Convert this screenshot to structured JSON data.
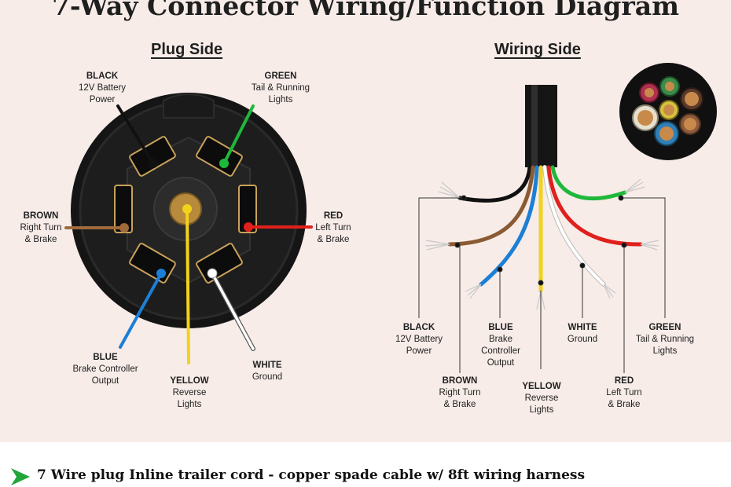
{
  "title": "7-Way Connector Wiring/Function Diagram",
  "plug_side": {
    "heading": "Plug Side",
    "labels": {
      "black": {
        "color": "BLACK",
        "lines": [
          "12V Battery",
          "Power"
        ]
      },
      "green": {
        "color": "GREEN",
        "lines": [
          "Tail & Running",
          "Lights"
        ]
      },
      "brown": {
        "color": "BROWN",
        "lines": [
          "Right Turn",
          "& Brake"
        ]
      },
      "red": {
        "color": "RED",
        "lines": [
          "Left Turn",
          "& Brake"
        ]
      },
      "blue": {
        "color": "BLUE",
        "lines": [
          "Brake Controller",
          "Output"
        ]
      },
      "yellow": {
        "color": "YELLOW",
        "lines": [
          "Reverse",
          "Lights"
        ]
      },
      "white": {
        "color": "WHITE",
        "lines": [
          "Ground"
        ]
      }
    }
  },
  "wiring_side": {
    "heading": "Wiring Side",
    "labels": {
      "black": {
        "color": "BLACK",
        "lines": [
          "12V Battery",
          "Power"
        ]
      },
      "brown": {
        "color": "BROWN",
        "lines": [
          "Right Turn",
          "& Brake"
        ]
      },
      "blue": {
        "color": "BLUE",
        "lines": [
          "Brake",
          "Controller",
          "Output"
        ]
      },
      "yellow": {
        "color": "YELLOW",
        "lines": [
          "Reverse",
          "Lights"
        ]
      },
      "white": {
        "color": "WHITE",
        "lines": [
          "Ground"
        ]
      },
      "red": {
        "color": "RED",
        "lines": [
          "Left Turn",
          "& Brake"
        ]
      },
      "green": {
        "color": "GREEN",
        "lines": [
          "Tail & Running",
          "Lights"
        ]
      }
    }
  },
  "wire_colors": {
    "black": "#111111",
    "green": "#1fb83a",
    "brown": "#8a5a32",
    "red": "#e0201c",
    "blue": "#1c7fd6",
    "yellow": "#f2d21b",
    "white": "#ffffff"
  },
  "footer": {
    "icon": "green-arrow-icon",
    "text": "7 Wire plug Inline trailer cord - copper spade cable w/ 8ft wiring harness"
  }
}
